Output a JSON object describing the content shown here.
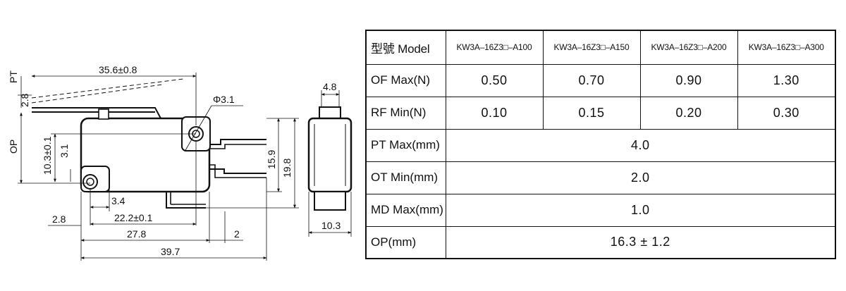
{
  "drawing": {
    "side_view": {
      "pt_label": "PT",
      "pt_value": "2.8",
      "op_label": "OP",
      "length_top": "35.6±0.8",
      "hole_diameter": "Φ3.1",
      "height_left": "10.3±0.1",
      "offset_small": "3.1",
      "height_terminal": "15.9",
      "height_total": "19.8",
      "dim_3_4": "3.4",
      "dim_2_8": "2.8",
      "dim_22_2": "22.2±0.1",
      "dim_27_8": "27.8",
      "dim_2": "2",
      "dim_39_7": "39.7"
    },
    "end_view": {
      "top_width": "4.8",
      "bottom_width": "10.3"
    }
  },
  "table": {
    "header": {
      "label": "型號 Model",
      "models": [
        "KW3A–16Z3□–A100",
        "KW3A–16Z3□–A150",
        "KW3A–16Z3□–A200",
        "KW3A–16Z3□–A300"
      ]
    },
    "rows_individual": [
      {
        "label": "OF Max(N)",
        "values": [
          "0.50",
          "0.70",
          "0.90",
          "1.30"
        ]
      },
      {
        "label": "RF Min(N)",
        "values": [
          "0.10",
          "0.15",
          "0.20",
          "0.30"
        ]
      }
    ],
    "rows_merged": [
      {
        "label": "PT Max(mm)",
        "value": "4.0"
      },
      {
        "label": "OT Min(mm)",
        "value": "2.0"
      },
      {
        "label": "MD Max(mm)",
        "value": "1.0"
      },
      {
        "label": "OP(mm)",
        "value": "16.3 ± 1.2"
      }
    ]
  }
}
